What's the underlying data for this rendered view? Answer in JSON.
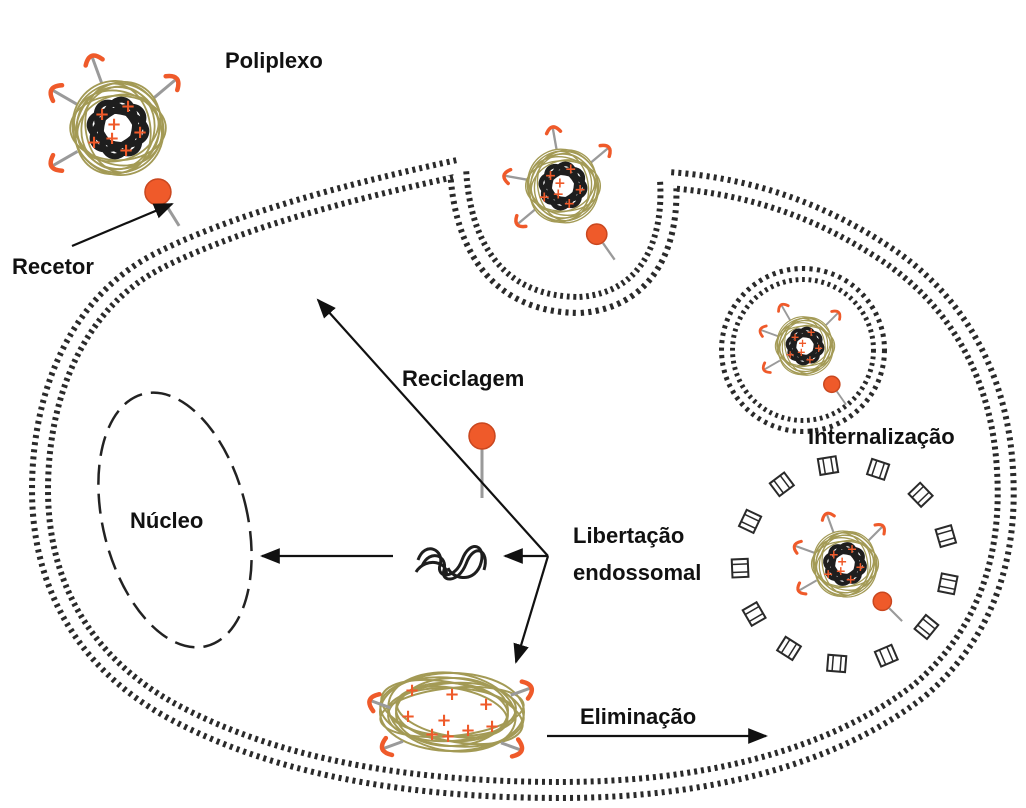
{
  "labels": {
    "polyplex": "Poliplexo",
    "receptor": "Recetor",
    "recycling": "Reciclagem",
    "internalization": "Internalização",
    "nucleus": "Núcleo",
    "endosomal_release_line1": "Libertação",
    "endosomal_release_line2": "endossomal",
    "elimination": "Eliminação"
  },
  "colors": {
    "membrane": "#2a2a2a",
    "receptor": "#ef5a2a",
    "stalk": "#9a9a9a",
    "polymer": "#a39a55",
    "dna": "#1e1e1e",
    "charge": "#ef5a2a",
    "arrow": "#111111"
  },
  "icons": [
    "receptor-icon",
    "polyplex-icon",
    "dna-strand-icon",
    "arrow-icon",
    "charge-plus-icon"
  ]
}
